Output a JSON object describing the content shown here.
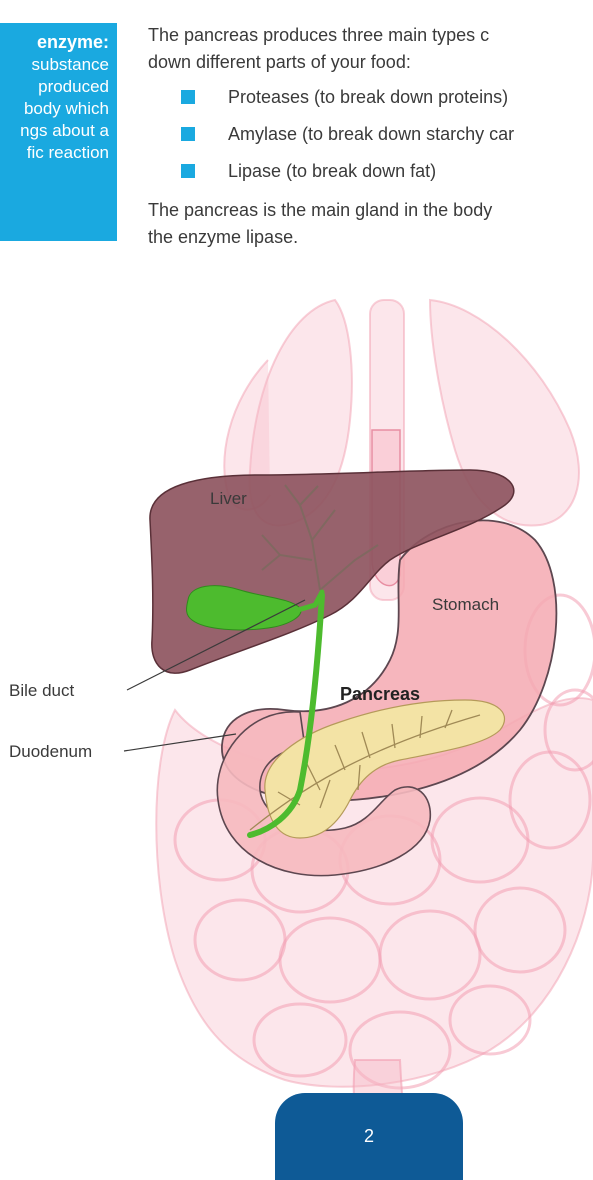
{
  "glossary": {
    "term": "enzyme:",
    "definition_lines": [
      "substance",
      "produced",
      "body which",
      "ngs about a",
      "fic reaction"
    ]
  },
  "intro": {
    "lines": [
      "The pancreas produces three main types c",
      "down different parts of your food:"
    ]
  },
  "bullets": [
    "Proteases (to break down proteins)",
    "Amylase (to break down starchy car",
    "Lipase (to break down fat)"
  ],
  "closing": {
    "lines": [
      "The pancreas is the main gland in the body",
      "the enzyme lipase."
    ]
  },
  "diagram": {
    "labels": {
      "liver": "Liver",
      "stomach": "Stomach",
      "pancreas": "Pancreas",
      "bile_duct": "Bile duct",
      "duodenum": "Duodenum"
    },
    "colors": {
      "body": "#f7b8c6",
      "liver": "#8e5560",
      "gallbladder": "#4dbb2e",
      "stomach": "#f2a3ad",
      "pancreas": "#f3e3a5"
    }
  },
  "page_number": "2",
  "colors": {
    "accent": "#1aa9e0",
    "page_tab": "#0e5a96",
    "text": "#3a3a3a"
  }
}
